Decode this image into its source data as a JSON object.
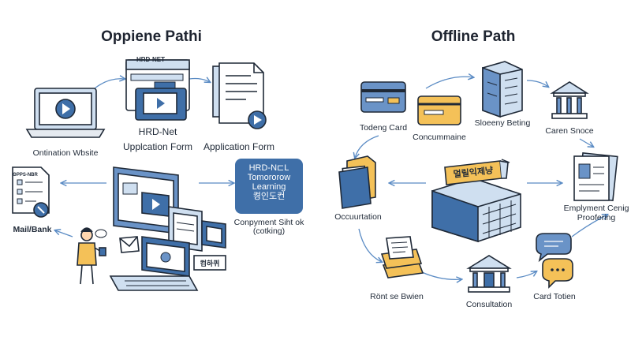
{
  "online": {
    "title": "Oppiene Pathi",
    "official_website": "Ontination Wbsite",
    "hrd_net": "HRD-Net",
    "hrd_net_screen": "HRD-NET",
    "application_form_1": "Upplcation Form",
    "application_form_2": "Application Form",
    "form_badge": "ΘPPS-NBR",
    "mail_bank": "Mail/Bank",
    "badge": {
      "line1": "HRD-N⊏L",
      "line2": "Tomororow",
      "line3": "Learning",
      "line4": "켱인도컨"
    },
    "payment_label_1": "Conpyment Siht ok",
    "payment_label_2": "(cotking)",
    "laptop_sign": "컴하퀴"
  },
  "offline": {
    "title": "Offline Path",
    "training_card": "Todeng Card",
    "consumption": "Concummaine",
    "agency_building": "Sloeeny Beting",
    "career_service": "Caren Snoce",
    "documentation": "Occuurtation",
    "employment_1": "Emplyment Cenig",
    "employment_2": "Proofering",
    "receipt": "Rönt se Bwien",
    "consultation": "Consultation",
    "card_issuance": "Card Totien",
    "center_sign": "멀릴익제냥"
  },
  "colors": {
    "accent_blue": "#3f6fa8",
    "light_blue": "#cfdff0",
    "mid_blue": "#6a93c7",
    "yellow": "#f4c158",
    "outline": "#1f2937"
  }
}
